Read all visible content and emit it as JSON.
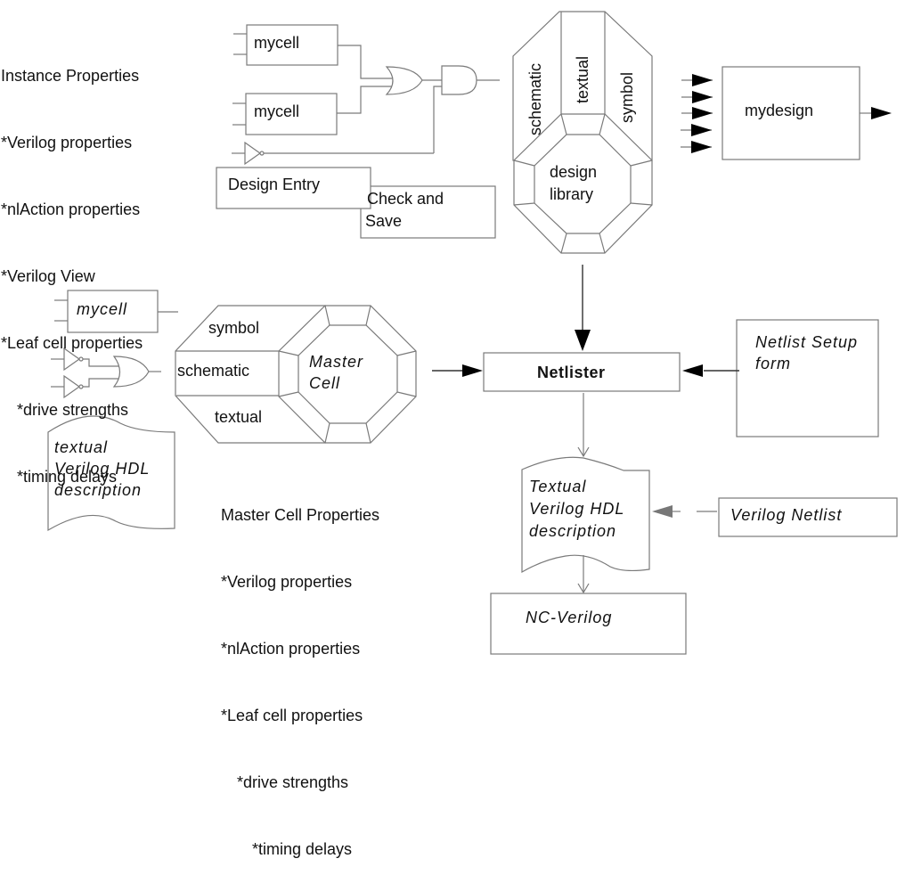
{
  "instance_properties": {
    "title": "Instance Properties",
    "items": [
      "*Verilog properties",
      "*nlAction properties",
      "*Verilog View",
      "*Leaf cell properties"
    ],
    "sub_items": [
      "*drive strengths",
      "*timing delays"
    ]
  },
  "design_entry": {
    "cell1": "mycell",
    "cell2": "mycell",
    "design_entry_label": "Design Entry",
    "check_save_line1": "Check and",
    "check_save_line2": "Save"
  },
  "design_library": {
    "views": [
      "schematic",
      "textual",
      "symbol"
    ],
    "label_line1": "design",
    "label_line2": "library"
  },
  "mydesign": {
    "label": "mydesign",
    "input_count": 5,
    "output_count": 1
  },
  "master_cell_inputs": {
    "cell": "mycell",
    "doc_line1": "textual",
    "doc_line2": "Verilog HDL",
    "doc_line3": "description"
  },
  "master_cell": {
    "views": [
      "symbol",
      "schematic",
      "textual"
    ],
    "label_line1": "Master",
    "label_line2": "Cell"
  },
  "master_cell_properties": {
    "title": "Master Cell Properties",
    "items": [
      "*Verilog properties",
      "*nlAction properties",
      "*Leaf cell properties"
    ],
    "sub_items": [
      "*drive strengths"
    ],
    "sub_sub_items": [
      "*timing delays"
    ]
  },
  "netlister": {
    "label": "Netlister"
  },
  "netlist_setup": {
    "line1": "Netlist Setup",
    "line2": "form"
  },
  "output_doc": {
    "line1": "Textual",
    "line2": "Verilog HDL",
    "line3": "description"
  },
  "verilog_netlist": {
    "label": "Verilog Netlist"
  },
  "nc_verilog": {
    "label": "NC-Verilog"
  }
}
